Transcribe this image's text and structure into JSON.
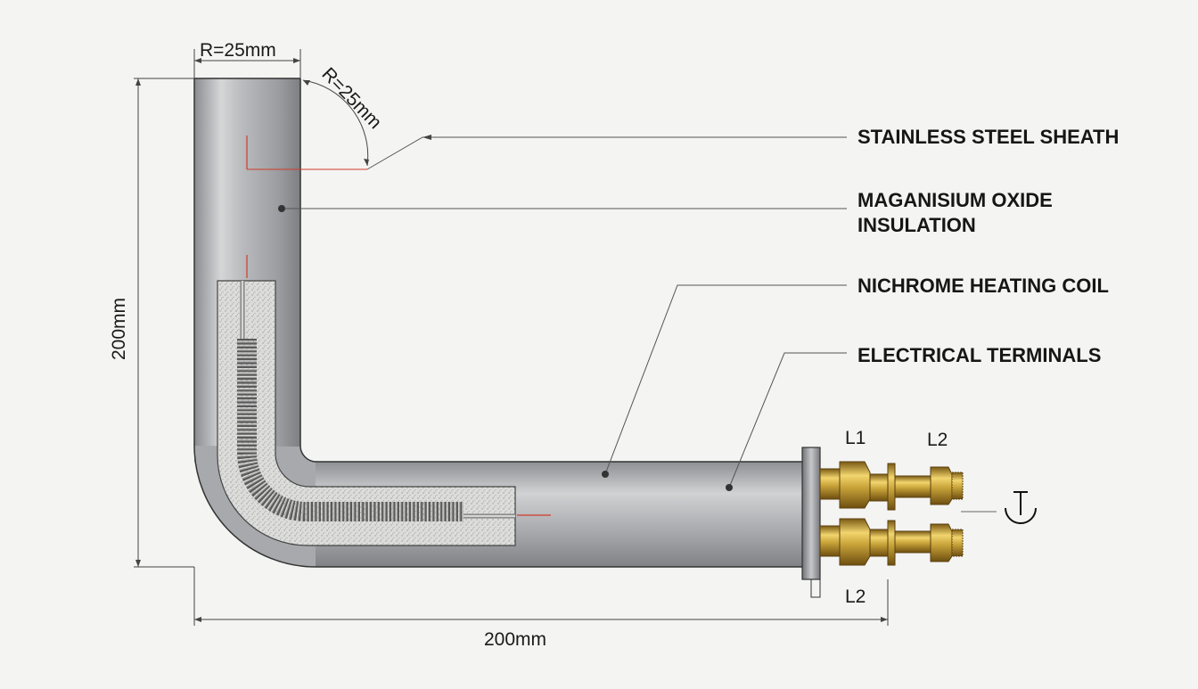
{
  "dimensions": {
    "top_radius": "R=25mm",
    "bend_radius": "R=25mm",
    "height": "200mm",
    "width": "200mm"
  },
  "callouts": {
    "sheath": "STAINLESS STEEL SHEATH",
    "insulation_line1": "MAGANISIUM OXIDE",
    "insulation_line2": "INSULATION",
    "coil": "NICHROME HEATING COIL",
    "terminals": "ELECTRICAL TERMINALS"
  },
  "terminals": {
    "upper_left": "L1",
    "upper_right": "L2",
    "lower": "L2"
  },
  "symbols": {
    "ground": "ground-symbol-icon"
  },
  "colors": {
    "background": "#f4f4f3",
    "steel": "#a9abae",
    "brass": "#c9a43a",
    "insulation": "#d8d8d6",
    "centerline": "#d23a2a",
    "text": "#161616"
  }
}
